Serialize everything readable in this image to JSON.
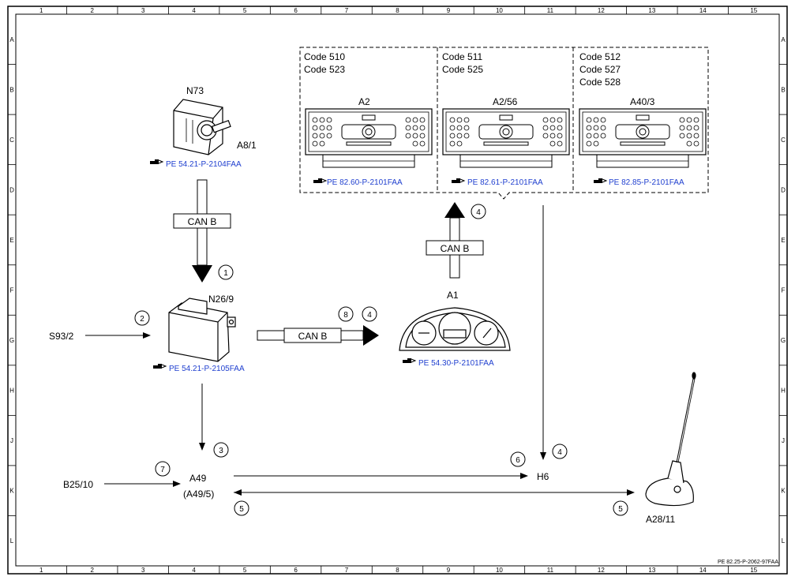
{
  "grid": {
    "columns": [
      "1",
      "2",
      "3",
      "4",
      "5",
      "6",
      "7",
      "8",
      "9",
      "10",
      "11",
      "12",
      "13",
      "14",
      "15"
    ],
    "rows": [
      "A",
      "B",
      "C",
      "D",
      "E",
      "F",
      "G",
      "H",
      "J",
      "K",
      "L"
    ]
  },
  "components": {
    "n73": {
      "label": "N73",
      "sub": "A8/1",
      "ref": "PE 54.21-P-2104FAA"
    },
    "n26_9": {
      "label": "N26/9",
      "ref": "PE 54.21-P-2105FAA"
    },
    "a1": {
      "label": "A1",
      "ref": "PE 54.30-P-2101FAA"
    },
    "a2": {
      "label": "A2",
      "codes": [
        "Code 510",
        "Code 523"
      ],
      "ref": "PE 82.60-P-2101FAA"
    },
    "a2_56": {
      "label": "A2/56",
      "codes": [
        "Code 511",
        "Code 525"
      ],
      "ref": "PE 82.61-P-2101FAA"
    },
    "a40_3": {
      "label": "A40/3",
      "codes": [
        "Code 512",
        "Code 527",
        "Code 528"
      ],
      "ref": "PE 82.85-P-2101FAA"
    },
    "a49": {
      "label": "A49",
      "sub": "(A49/5)"
    },
    "h6": {
      "label": "H6"
    },
    "a28_11": {
      "label": "A28/11"
    },
    "s93_2": {
      "label": "S93/2"
    },
    "b25_10": {
      "label": "B25/10"
    }
  },
  "can_labels": {
    "left": "CAN B",
    "middle": "CAN B",
    "right": "CAN B"
  },
  "markers": {
    "m1": "1",
    "m2": "2",
    "m3": "3",
    "m4a": "4",
    "m4b": "4",
    "m4c": "4",
    "m5a": "5",
    "m5b": "5",
    "m6": "6",
    "m7": "7",
    "m8": "8"
  },
  "footer_ref": "PE 82.25-P-2062-97FAA"
}
